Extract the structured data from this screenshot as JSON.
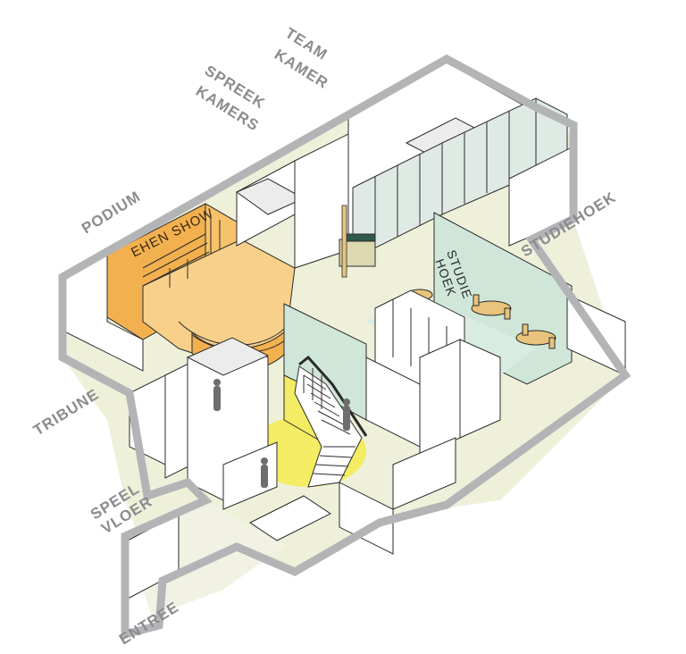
{
  "labels": {
    "team_kamer": [
      "TEAM",
      "KAMER"
    ],
    "spreek_kamers": [
      "SPREEK",
      "KAMERS"
    ],
    "podium": "PODIUM",
    "studiehoek": "STUDIEHOEK",
    "tribune": "TRIBUNE",
    "speel_vloer": [
      "SPEEL",
      "VLOER"
    ],
    "entree": "ENTREE"
  },
  "wall_signs": {
    "podium_wall": "EHEN SHOW",
    "studie_wall": [
      "STUDIE",
      "HOEK"
    ]
  },
  "colors": {
    "outline": "#b3b4b6",
    "label": "#8a8c8f",
    "floor": "#eef0da",
    "podium_orange": "#f2b04f",
    "podium_light": "#f8d08a",
    "mint": "#cfe6d8",
    "yellow": "#f4ec62",
    "glass": "#dfeae4"
  }
}
